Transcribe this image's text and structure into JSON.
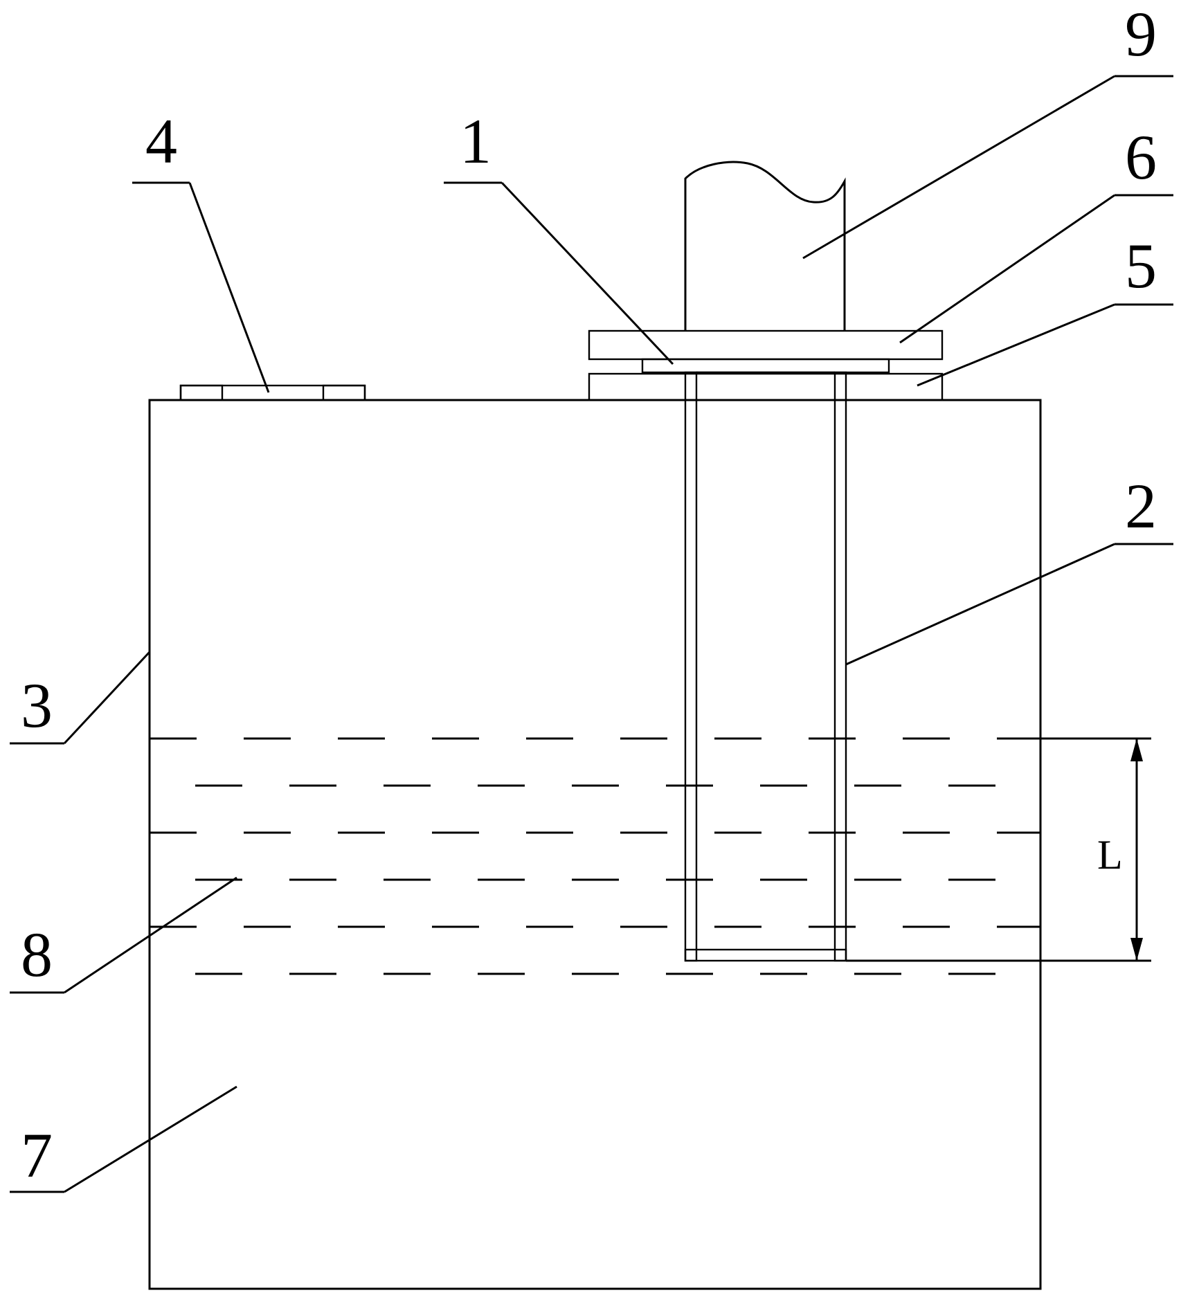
{
  "labels": {
    "n1": "1",
    "n2": "2",
    "n3": "3",
    "n4": "4",
    "n5": "5",
    "n6": "6",
    "n7": "7",
    "n8": "8",
    "n9": "9",
    "dimension": "L"
  }
}
